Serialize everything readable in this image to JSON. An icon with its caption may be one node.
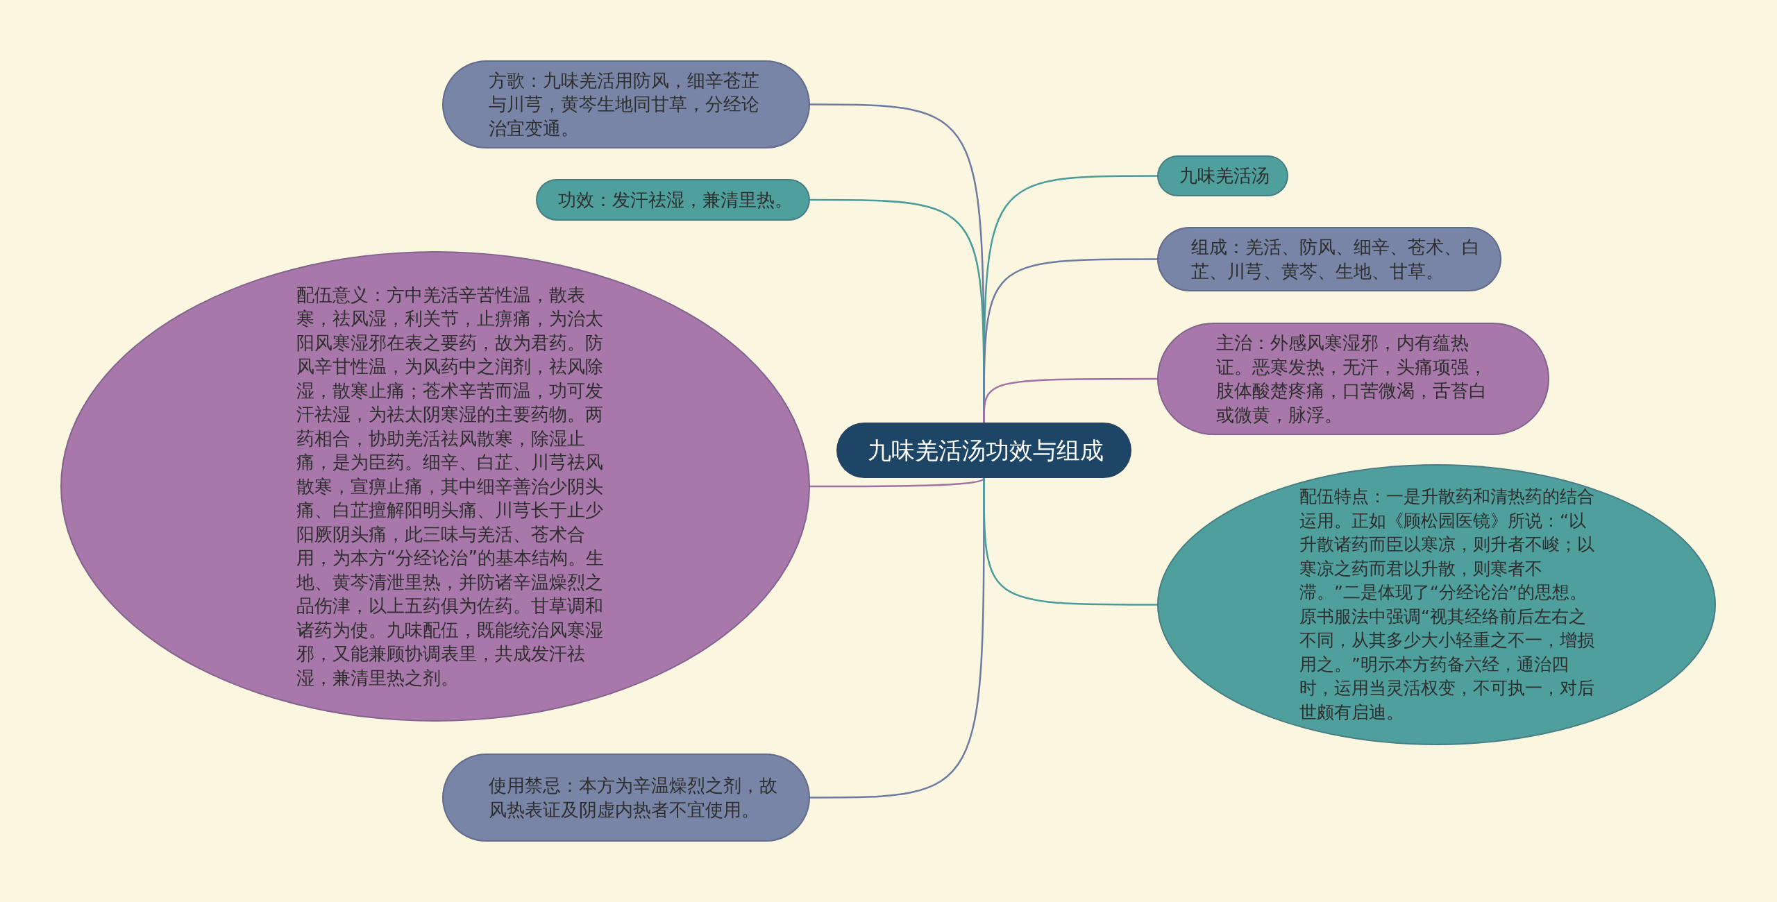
{
  "diagram": {
    "nodes": [
      {
        "text": [
          "九味羌活汤功效与组成"
        ]
      },
      {
        "text": [
          "方歌：九味羌活用防风，细辛苍芷与川芎，黄芩生地同甘草，分经论治宜变通。"
        ]
      },
      {
        "text": [
          "功效：发汗祛湿，兼清里热。"
        ]
      },
      {
        "text": [
          "配伍意义：方中羌活辛苦性温，散表寒，祛风湿，利关节，止痹痛，为治太阳风寒湿邪在表之要药，故为君药。防风辛甘性温，为风药中之润剂，祛风除湿，散寒止痛；苍术辛苦而温，功可发汗祛湿，为祛太阴寒湿的主要药物。两药相合，协助羌活祛风散寒，除湿止痛，是为臣药。细辛、白芷、川芎祛风散寒，宣痹止痛，其中细辛善治少阴头痛、白芷擅解阳明头痛、川芎长于止少阳厥阴头痛，此三味与羌活、苍术合用，为本方“分经论治”的基本结构。生地、黄芩清泄里热，并防诸辛温燥烈之品伤津，以上五药俱为佐药。甘草调和诸药为使。九味配伍，既能统治风寒湿邪，又能兼顾协调表里，共成发汗祛湿，兼清里热之剂。"
        ]
      },
      {
        "text": [
          "使用禁忌：本方为辛温燥烈之剂，故风热表证及阴虚内热者不宜使用。"
        ]
      },
      {
        "text": [
          "九味羌活汤"
        ]
      },
      {
        "text": [
          "组成：羌活、防风、细辛、苍术、白芷、川芎、黄芩、生地、甘草。"
        ]
      },
      {
        "text": [
          "主治：外感风寒湿邪，内有蕴热证。恶寒发热，无汗，头痛项强，肢体酸楚疼痛，口苦微渴，舌苔白或微黄，脉浮。"
        ]
      },
      {
        "text": [
          "配伍特点：一是升散药和清热药的结合运用。正如《顾松园医镜》所说：“以升散诸药而臣以寒凉，则升者不峻；以寒凉之药而君以升散，则寒者不滞。”二是体现了“分经论治”的思想。原书服法中强调“视其经络前后左右之不同，从其多少大小轻重之不一，增损用之。”明示本方药备六经，通治四时，运用当灵活权变，不可执一，对后世颇有启迪。"
        ]
      }
    ],
    "edges": [
      {
        "from": 0,
        "to": 1,
        "arrow": "none",
        "color": "#6f7aa0"
      },
      {
        "from": 0,
        "to": 2,
        "arrow": "none",
        "color": "#4a9b9b"
      },
      {
        "from": 0,
        "to": 3,
        "arrow": "none",
        "color": "#a070a4"
      },
      {
        "from": 0,
        "to": 4,
        "arrow": "none",
        "color": "#6f7aa0"
      },
      {
        "from": 0,
        "to": 5,
        "arrow": "none",
        "color": "#4a9b9b"
      },
      {
        "from": 0,
        "to": 6,
        "arrow": "none",
        "color": "#6f7aa0"
      },
      {
        "from": 0,
        "to": 7,
        "arrow": "none",
        "color": "#a070a4"
      },
      {
        "from": 0,
        "to": 8,
        "arrow": "none",
        "color": "#4a9b9b"
      }
    ]
  }
}
